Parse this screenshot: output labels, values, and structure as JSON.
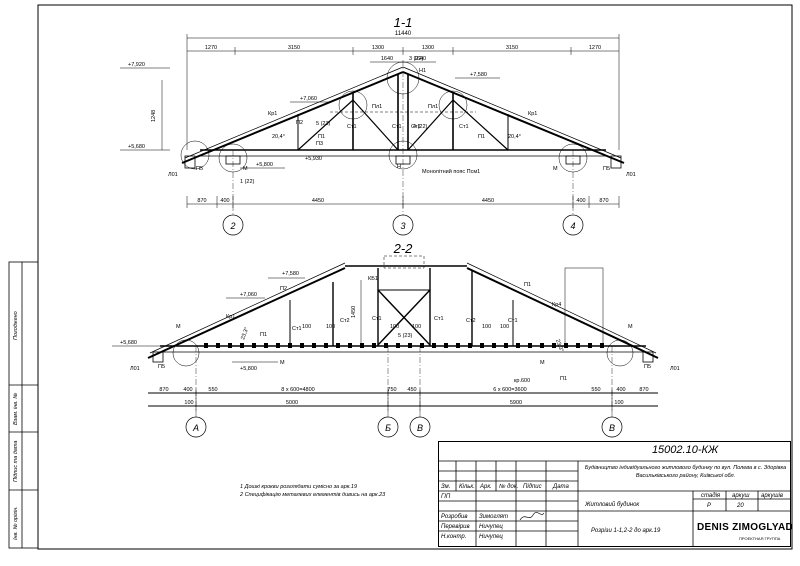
{
  "section1": {
    "title": "1-1",
    "overall_dim": "11440",
    "top_dims": [
      "1270",
      "3150",
      "1300",
      "1300",
      "3150",
      "1270"
    ],
    "sub_dims": [
      "1640",
      "1640"
    ],
    "bottom_dims": [
      "870",
      "400",
      "4450",
      "4450",
      "400",
      "870"
    ],
    "axes": [
      "2",
      "3",
      "4"
    ],
    "levels": [
      "+7,920",
      "+7,580",
      "+7,060",
      "+5,680",
      "+5,800",
      "+5,930"
    ],
    "labels": [
      "Кр1",
      "Кр1",
      "П2",
      "П1",
      "П1",
      "П3",
      "Ст1",
      "Ст1",
      "Ст1",
      "Ст1",
      "П1",
      "П1",
      "Пл1",
      "Пл1",
      "Л01",
      "Л01",
      "П5",
      "П5",
      "М",
      "М",
      "М",
      "Н",
      "Н1"
    ],
    "callouts": [
      "5 (23)",
      "4 (22)",
      "3 (22)",
      "1 (22)"
    ],
    "height_dim": "1248",
    "slopes": [
      "20,4°",
      "20,4°"
    ],
    "note": "Монолітний пояс Псм1"
  },
  "section2": {
    "title": "2-2",
    "bottom_dims": [
      "870",
      "400",
      "550",
      "8 х 600=4800",
      "750",
      "450",
      "6 х 600=3600",
      "550",
      "400",
      "870"
    ],
    "total_dims": [
      "100",
      "5000",
      "5900",
      "100"
    ],
    "axes": [
      "А",
      "Б",
      "В",
      "В"
    ],
    "levels": [
      "+7,580",
      "+7,060",
      "+5,680",
      "+5,800"
    ],
    "labels": [
      "КБ1",
      "П2",
      "П1",
      "Кр1",
      "Кр4",
      "Ст1",
      "Ст1",
      "Ст1",
      "Ст1",
      "Ст2",
      "Ст2",
      "П1",
      "П1",
      "П5",
      "П5",
      "Л01",
      "Л01",
      "М",
      "М",
      "М",
      "М",
      "кр.600"
    ],
    "callouts": [
      "5 (23)"
    ],
    "spacing": [
      "100",
      "100",
      "100",
      "100",
      "100",
      "100"
    ],
    "height_dim": "1450",
    "slopes": [
      "23,3°",
      "23,3°"
    ]
  },
  "notes": [
    "1  Дошкі крокви розглядати сумісно за арк.19",
    "2  Специфікацію металевих елементів дивись на арк.23"
  ],
  "side_labels": [
    "Погоджено",
    "Взам. інв. №",
    "Підпис та дата",
    "Інв. № орігін."
  ],
  "stamp": {
    "code": "15002.10-КЖ",
    "project": "Будівництво індивідуального житлового будинку по вул. Полева в с. Здорівка Васильківського району, Київської обл.",
    "headers": [
      "Зм.",
      "Кільк.",
      "Арк.",
      "№ док.",
      "Підпис",
      "Дата"
    ],
    "roles": [
      {
        "role": "ГІП",
        "name": ""
      },
      {
        "role": "Розробив",
        "name": "Зимоглят"
      },
      {
        "role": "Перевірив",
        "name": "Ничупец"
      },
      {
        "role": "Н.контр.",
        "name": "Ничупец"
      }
    ],
    "object": "Житловий будинок",
    "sheet_headers": [
      "стадія",
      "аркуш",
      "аркушів"
    ],
    "sheet_values": [
      "Р",
      "20",
      ""
    ],
    "drawing_title": "Розрізи 1-1,2-2 до арк.19",
    "company": "DENIS ZIMOGLYAD",
    "company_sub": "ПРОЕКТНАЯ ГРУППА"
  }
}
